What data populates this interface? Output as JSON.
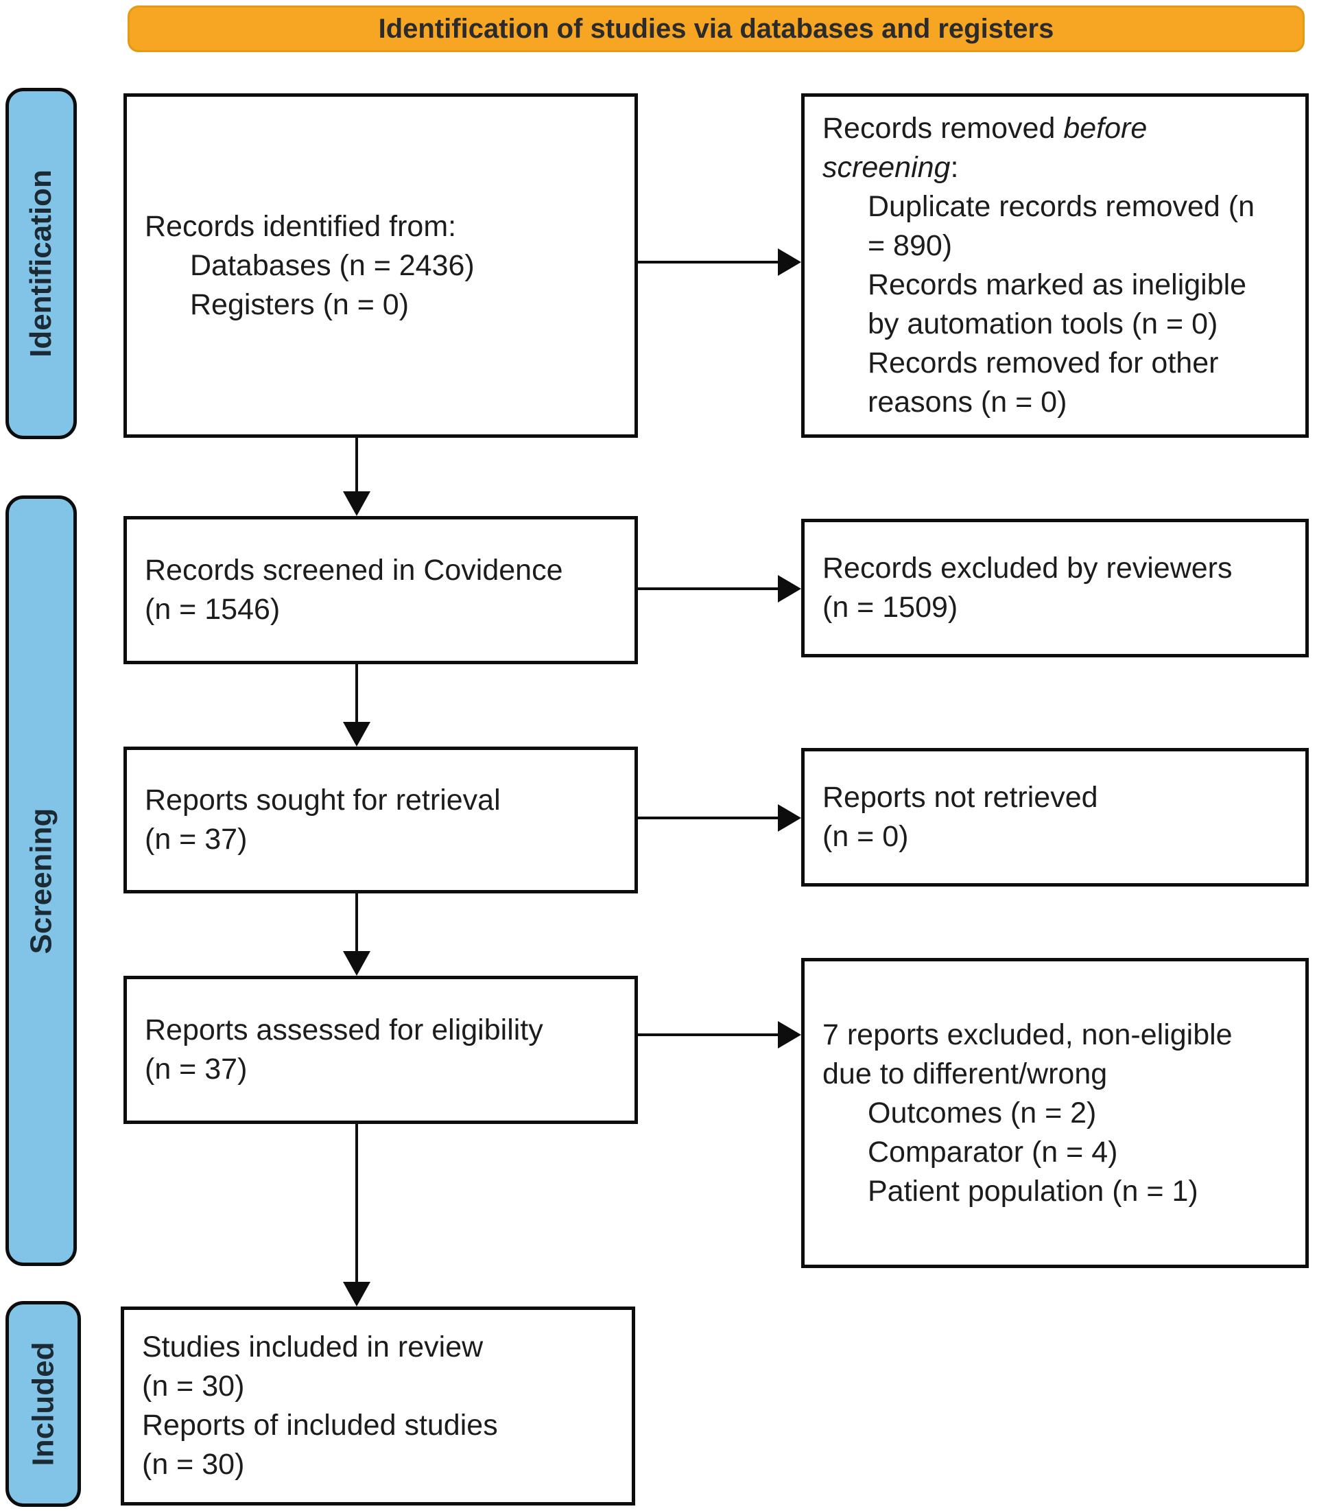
{
  "header": {
    "title": "Identification of studies via databases and registers"
  },
  "sidebar": {
    "stages": [
      {
        "label": "Identification"
      },
      {
        "label": "Screening"
      },
      {
        "label": "Included"
      }
    ]
  },
  "colors": {
    "banner_bg": "#f6a622",
    "stage_bg": "#82c4e8",
    "box_border": "#0d0d0d",
    "text": "#1c1c1c"
  },
  "boxes": {
    "identified": {
      "lines": [
        {
          "indent": 0,
          "segments": [
            {
              "t": "Records identified from:"
            }
          ]
        },
        {
          "indent": 1,
          "segments": [
            {
              "t": "Databases (n = 2436)"
            }
          ]
        },
        {
          "indent": 1,
          "segments": [
            {
              "t": "Registers (n = 0)"
            }
          ]
        }
      ]
    },
    "removed": {
      "lines": [
        {
          "indent": 0,
          "segments": [
            {
              "t": "Records removed "
            },
            {
              "t": "before",
              "italic": true
            }
          ]
        },
        {
          "indent": 0,
          "segments": [
            {
              "t": "screening",
              "italic": true
            },
            {
              "t": ":"
            }
          ]
        },
        {
          "indent": 1,
          "segments": [
            {
              "t": "Duplicate records removed (n"
            }
          ]
        },
        {
          "indent": 1,
          "segments": [
            {
              "t": "= 890)"
            }
          ]
        },
        {
          "indent": 1,
          "segments": [
            {
              "t": "Records marked as ineligible"
            }
          ]
        },
        {
          "indent": 1,
          "segments": [
            {
              "t": "by automation tools (n = 0)"
            }
          ]
        },
        {
          "indent": 1,
          "segments": [
            {
              "t": "Records removed for other"
            }
          ]
        },
        {
          "indent": 1,
          "segments": [
            {
              "t": "reasons (n = 0)"
            }
          ]
        }
      ]
    },
    "screened": {
      "lines": [
        {
          "indent": 0,
          "segments": [
            {
              "t": "Records screened in Covidence"
            }
          ]
        },
        {
          "indent": 0,
          "segments": [
            {
              "t": "(n = 1546)"
            }
          ]
        }
      ]
    },
    "excluded_reviewers": {
      "lines": [
        {
          "indent": 0,
          "segments": [
            {
              "t": "Records excluded by reviewers"
            }
          ]
        },
        {
          "indent": 0,
          "segments": [
            {
              "t": "(n = 1509)"
            }
          ]
        }
      ]
    },
    "sought": {
      "lines": [
        {
          "indent": 0,
          "segments": [
            {
              "t": "Reports sought for retrieval"
            }
          ]
        },
        {
          "indent": 0,
          "segments": [
            {
              "t": "(n = 37)"
            }
          ]
        }
      ]
    },
    "not_retrieved": {
      "lines": [
        {
          "indent": 0,
          "segments": [
            {
              "t": "Reports not retrieved"
            }
          ]
        },
        {
          "indent": 0,
          "segments": [
            {
              "t": "(n = 0)"
            }
          ]
        }
      ]
    },
    "assessed": {
      "lines": [
        {
          "indent": 0,
          "segments": [
            {
              "t": "Reports assessed for eligibility"
            }
          ]
        },
        {
          "indent": 0,
          "segments": [
            {
              "t": "(n = 37)"
            }
          ]
        }
      ]
    },
    "excluded_reports": {
      "lines": [
        {
          "indent": 0,
          "segments": [
            {
              "t": "7 reports excluded, non-eligible"
            }
          ]
        },
        {
          "indent": 0,
          "segments": [
            {
              "t": "due to different/wrong"
            }
          ]
        },
        {
          "indent": 1,
          "segments": [
            {
              "t": "Outcomes (n = 2)"
            }
          ]
        },
        {
          "indent": 1,
          "segments": [
            {
              "t": "Comparator (n = 4)"
            }
          ]
        },
        {
          "indent": 1,
          "segments": [
            {
              "t": "Patient population (n = 1)"
            }
          ]
        }
      ]
    },
    "included": {
      "lines": [
        {
          "indent": 0,
          "segments": [
            {
              "t": "Studies included in review"
            }
          ]
        },
        {
          "indent": 0,
          "segments": [
            {
              "t": "(n = 30)"
            }
          ]
        },
        {
          "indent": 0,
          "segments": [
            {
              "t": "Reports of included studies"
            }
          ]
        },
        {
          "indent": 0,
          "segments": [
            {
              "t": "(n = 30)"
            }
          ]
        }
      ]
    }
  }
}
